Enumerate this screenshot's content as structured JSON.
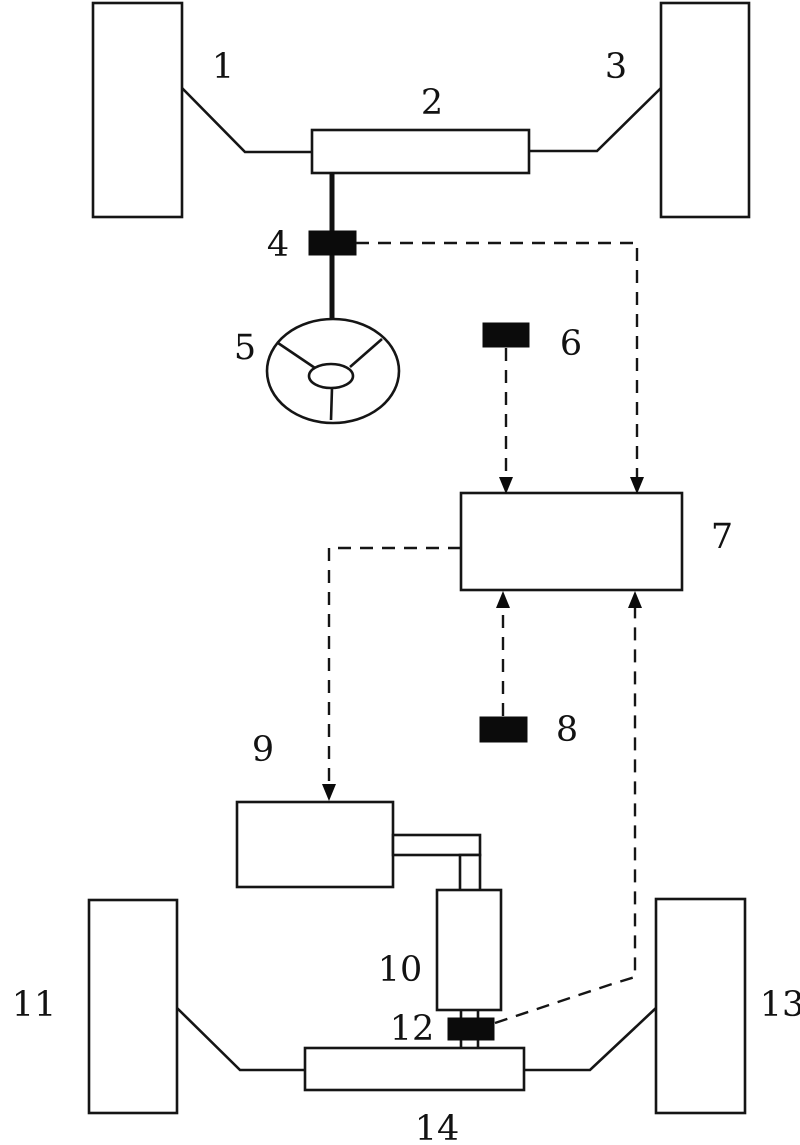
{
  "figure": {
    "background_color": "#ffffff",
    "line_color": "#151515",
    "labels": {
      "n1": "1",
      "n2": "2",
      "n3": "3",
      "n4": "4",
      "n5": "5",
      "n6": "6",
      "n7": "7",
      "n8": "8",
      "n9": "9",
      "n10": "10",
      "n11": "11",
      "n12": "12",
      "n13": "13",
      "n14": "14"
    }
  }
}
